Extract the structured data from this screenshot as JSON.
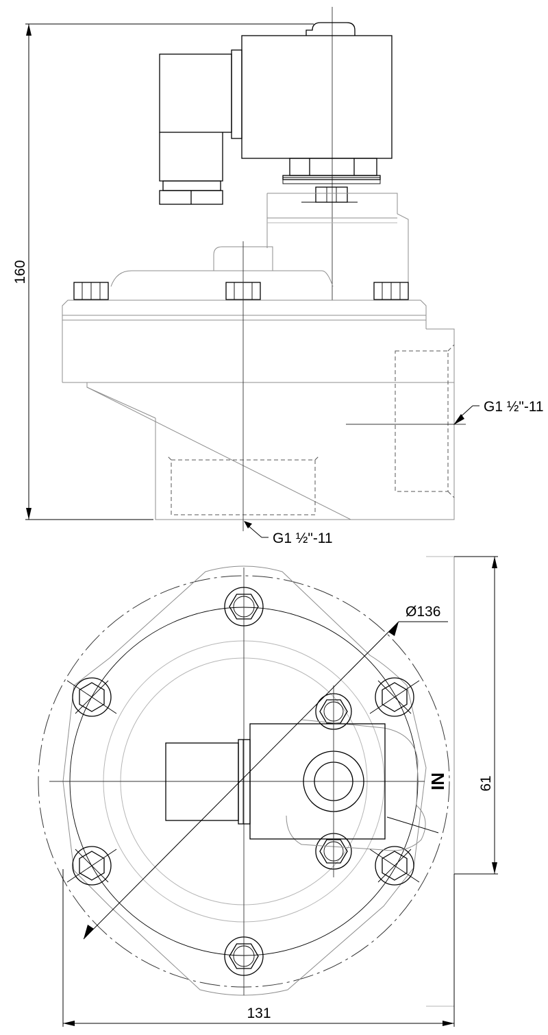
{
  "side_view": {
    "height_dimension": "160",
    "outlet_thread_label": "G1 ½\"-11",
    "bottom_thread_label": "G1 ½\"-11"
  },
  "top_view": {
    "diameter_dimension": "Ø136",
    "inlet_marker": "IN",
    "inlet_width_dimension": "61",
    "width_dimension": "131"
  }
}
